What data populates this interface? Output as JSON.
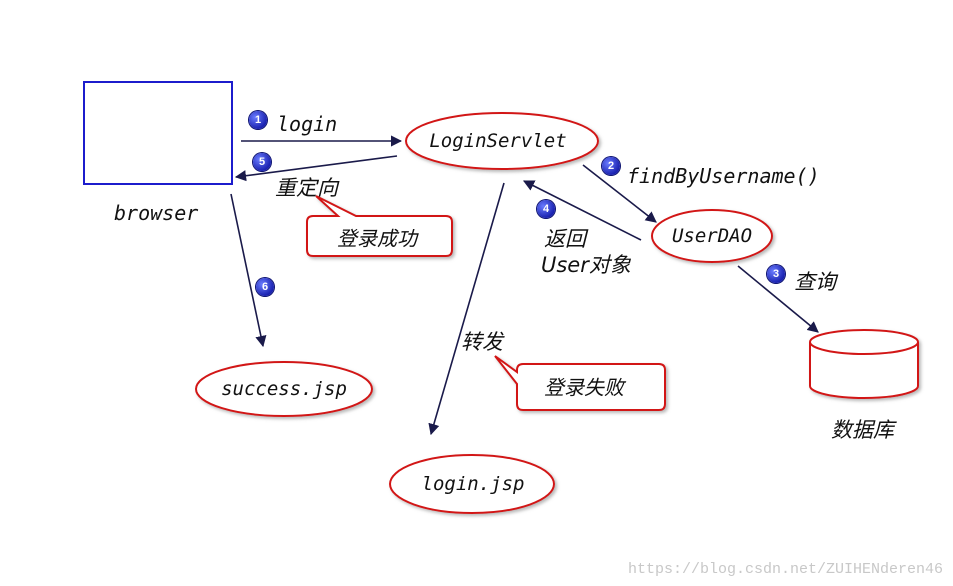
{
  "nodes": {
    "browser": "browser",
    "login_servlet": "LoginServlet",
    "user_dao": "UserDAO",
    "success_jsp": "success.jsp",
    "login_jsp": "login.jsp",
    "database": "数据库"
  },
  "steps": [
    {
      "num": "1",
      "label": "login"
    },
    {
      "num": "2",
      "label": "findByUsername()"
    },
    {
      "num": "3",
      "label": "查询"
    },
    {
      "num": "4",
      "label_line1": "返回",
      "label_line2": "User对象"
    },
    {
      "num": "5",
      "label": "重定向"
    },
    {
      "num": "6",
      "label": ""
    }
  ],
  "forward_label": "转发",
  "bubbles": {
    "login_success": "登录成功",
    "login_fail": "登录失败"
  },
  "watermark": "https://blog.csdn.net/ZUIHENderen46",
  "colors": {
    "arrow": "#1a1a4a",
    "ellipse_stroke": "#d21818",
    "browser_box": "#1c1ccc"
  }
}
